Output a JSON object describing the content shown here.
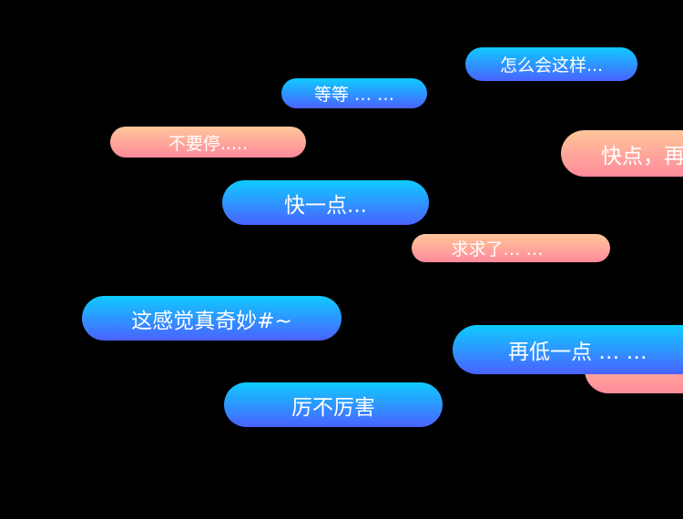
{
  "bubbles": [
    {
      "text": "怎么会这样..."
    },
    {
      "text": "等等 … …"
    },
    {
      "text": "不要停....."
    },
    {
      "text": "快点，再"
    },
    {
      "text": "快一点..."
    },
    {
      "text": "求求了… …"
    },
    {
      "text": "这感觉真奇妙#~"
    },
    {
      "text": "再低一点 … …"
    },
    {
      "text": ""
    },
    {
      "text": "厉不厉害"
    }
  ],
  "colors": {
    "blue_top": "#0fcbff",
    "blue_bottom": "#4a62ff",
    "pink_top": "#ffc69a",
    "pink_bottom": "#ff8a9b",
    "background": "#000000"
  }
}
